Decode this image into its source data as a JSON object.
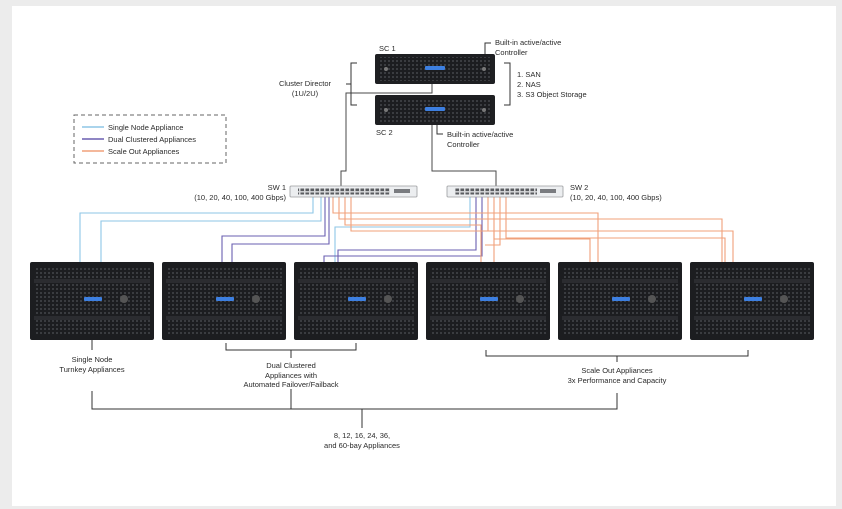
{
  "storage_controllers": {
    "sc1": "SC 1",
    "sc2": "SC 2",
    "builtin_1": [
      "Built-in active/active",
      "Controller"
    ],
    "builtin_2": [
      "Built-in active/active",
      "Controller"
    ],
    "cluster_director": [
      "Cluster Director",
      "(1U/2U)"
    ],
    "protocols": [
      "1. SAN",
      "2. NAS",
      "3. S3 Object Storage"
    ]
  },
  "legend": {
    "items": [
      {
        "label": "Single Node Appliance",
        "color": "#8ec6e6"
      },
      {
        "label": "Dual Clustered Appliances",
        "color": "#6a5fb0"
      },
      {
        "label": "Scale Out Appliances",
        "color": "#f0a07a"
      }
    ]
  },
  "switches": {
    "sw1": {
      "name": "SW 1",
      "speeds": "(10, 20, 40, 100, 400 Gbps)"
    },
    "sw2": {
      "name": "SW 2",
      "speeds": "(10, 20, 40, 100, 400 Gbps)"
    }
  },
  "groups": {
    "single": [
      "Single Node",
      "Turnkey Appliances"
    ],
    "dual": [
      "Dual Clustered",
      "Appliances with",
      "Automated Failover/Failback"
    ],
    "scale": [
      "Scale Out Appliances",
      "3x Performance and Capacity"
    ],
    "bays": [
      "8, 12, 16, 24, 36,",
      "and 60-bay Appliances"
    ]
  }
}
